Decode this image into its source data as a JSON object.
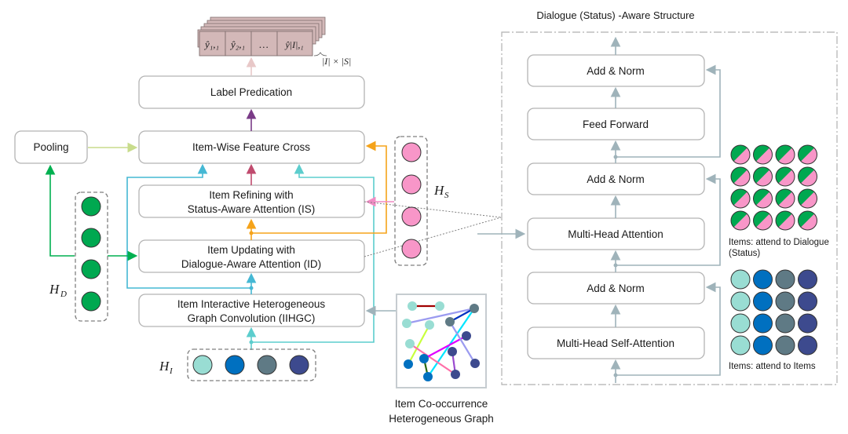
{
  "output_tensor": {
    "cells": [
      "ŷ₁,₁",
      "ŷ₂,₁",
      "…",
      "ŷ|I|,₁"
    ],
    "shape_label": "|I| × |S|"
  },
  "left_column": {
    "label_predication": "Label Predication",
    "feature_cross": "Item-Wise Feature Cross",
    "pooling": "Pooling",
    "item_refining": [
      "Item Refining with",
      "Status-Aware Attention (IS)"
    ],
    "item_updating": [
      "Item Updating with",
      "Dialogue-Aware Attention (ID)"
    ],
    "iihgc": [
      "Item Interactive Heterogeneous",
      "Graph Convolution (IIHGC)"
    ]
  },
  "embeddings": {
    "dialogue": {
      "symbol": "H",
      "subscript": "D",
      "count": 4,
      "color": "#00a850"
    },
    "status": {
      "symbol": "H",
      "subscript": "S",
      "count": 4,
      "color": "#f896c8"
    },
    "items": {
      "symbol": "H",
      "subscript": "I",
      "colors": [
        "#99ddd3",
        "#0070c0",
        "#5f7a85",
        "#3d4a8e"
      ]
    }
  },
  "graph": {
    "caption": [
      "Item Co-occurrence",
      "Heterogeneous Graph"
    ]
  },
  "right_panel": {
    "title": "Dialogue (Status) -Aware Structure",
    "blocks": [
      "Add & Norm",
      "Feed Forward",
      "Add & Norm",
      "Multi-Head Attention",
      "Add & Norm",
      "Multi-Head Self-Attention"
    ],
    "legend_status": [
      "Items: attend to Dialogue",
      "(Status)"
    ],
    "legend_items": "Items: attend to Items"
  },
  "colors": {
    "teal": "#5ccdcd",
    "cyan": "#45b8d4",
    "orange": "#f5a31a",
    "green": "#00b050",
    "lime": "#c8dc8c",
    "purple": "#7a3b87",
    "crimson": "#c04b6e",
    "pink": "#f08cc4",
    "gray_arrow": "#9fb3ba",
    "tensor_fill": "#d3b8b8"
  }
}
